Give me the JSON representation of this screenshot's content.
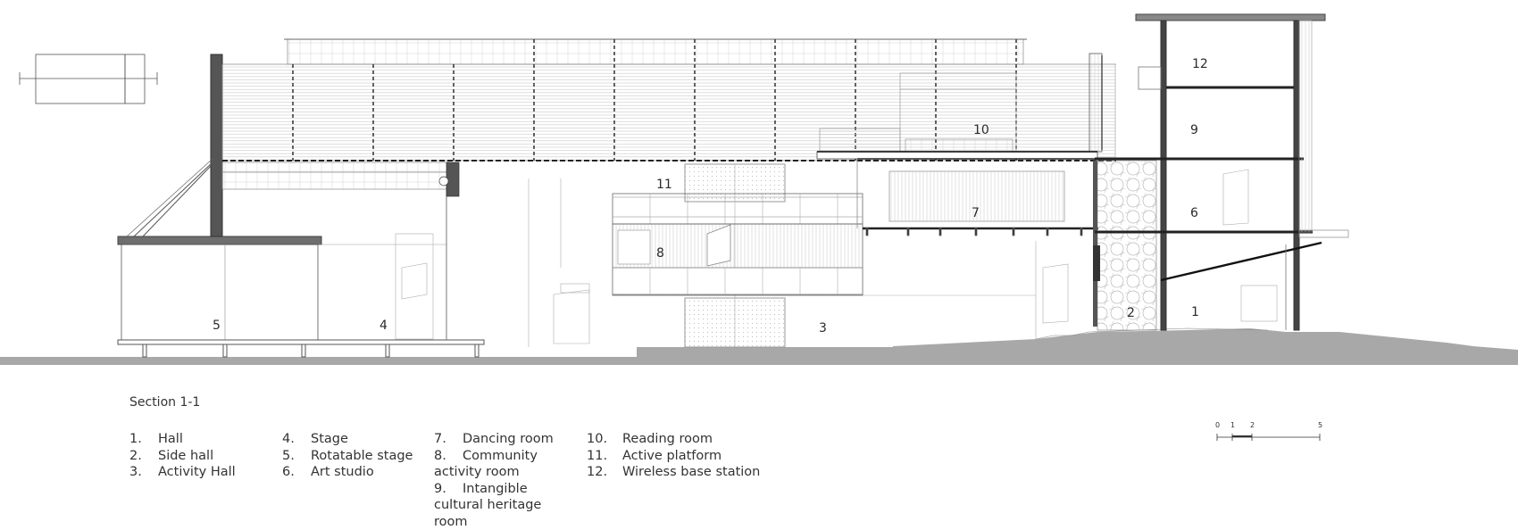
{
  "section_title": "Section 1-1",
  "room_numbers": [
    {
      "id": "n1",
      "label": "1"
    },
    {
      "id": "n2",
      "label": "2"
    },
    {
      "id": "n3",
      "label": "3"
    },
    {
      "id": "n4",
      "label": "4"
    },
    {
      "id": "n5",
      "label": "5"
    },
    {
      "id": "n6",
      "label": "6"
    },
    {
      "id": "n7",
      "label": "7"
    },
    {
      "id": "n8",
      "label": "8"
    },
    {
      "id": "n9",
      "label": "9"
    },
    {
      "id": "n10",
      "label": "10"
    },
    {
      "id": "n11",
      "label": "11"
    },
    {
      "id": "n12",
      "label": "12"
    }
  ],
  "legend": {
    "col1": [
      {
        "num": "1.",
        "label": "Hall"
      },
      {
        "num": "2.",
        "label": "Side hall"
      },
      {
        "num": "3.",
        "label": "Activity Hall"
      }
    ],
    "col2": [
      {
        "num": "4.",
        "label": "Stage"
      },
      {
        "num": "5.",
        "label": "Rotatable stage"
      },
      {
        "num": "6.",
        "label": "Art studio"
      }
    ],
    "col3": [
      {
        "num": "7.",
        "label": "Dancing room"
      },
      {
        "num": "8.",
        "label": "Community activity room"
      },
      {
        "num": "9.",
        "label": "Intangible cultural heritage room"
      }
    ],
    "col4": [
      {
        "num": "10.",
        "label": "Reading room"
      },
      {
        "num": "11.",
        "label": "Active platform"
      },
      {
        "num": "12.",
        "label": "Wireless base station"
      }
    ]
  },
  "scale_bar": {
    "ticks": [
      "0",
      "1",
      "2",
      "5"
    ]
  },
  "colors": {
    "line": "#7a7a7a",
    "ground": "#9a9a9a",
    "dark": "#222222",
    "hatch": "#cfcfcf"
  }
}
